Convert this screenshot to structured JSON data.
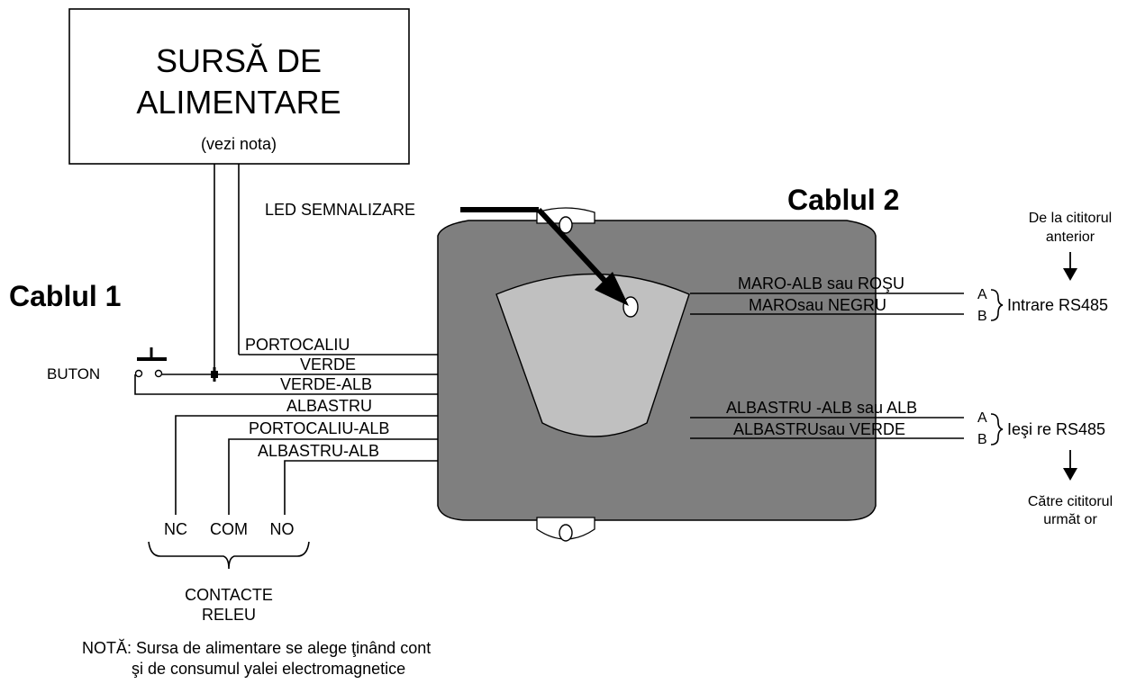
{
  "power_supply": {
    "line1": "SURSĂ DE",
    "line2": "ALIMENTARE",
    "line3": "(vezi nota)"
  },
  "led_label": "LED SEMNALIZARE",
  "cable1": {
    "title": "Cablul 1",
    "button_label": "BUTON",
    "wires": [
      "PORTOCALIU",
      "VERDE",
      "VERDE-ALB",
      "ALBASTRU",
      "PORTOCALIU-ALB",
      "ALBASTRU-ALB"
    ],
    "contacts": [
      "NC",
      "COM",
      "NO"
    ],
    "contacts_caption_1": "CONTACTE",
    "contacts_caption_2": "RELEU"
  },
  "cable2": {
    "title": "Cablul 2",
    "input": {
      "from_1": "De la cititorul",
      "from_2": "anterior",
      "wire_a": "MARO-ALB sau ROŞU",
      "wire_b": "MAROsau NEGRU",
      "a": "A",
      "b": "B",
      "label": "Intrare RS485"
    },
    "output": {
      "wire_a": "ALBASTRU -ALB sau ALB",
      "wire_b": "ALBASTRUsau VERDE",
      "a": "A",
      "b": "B",
      "label": "Ieşi re RS485",
      "to_1": "Către cititorul",
      "to_2": "următ or"
    }
  },
  "note_1": "NOTĂ: Sursa de alimentare se alege    ţinând cont",
  "note_2": "şi de consumul yalei electromagnetice",
  "colors": {
    "reader_body": "#7f7f7f",
    "reader_window": "#c0c0c0",
    "line": "#000000"
  }
}
